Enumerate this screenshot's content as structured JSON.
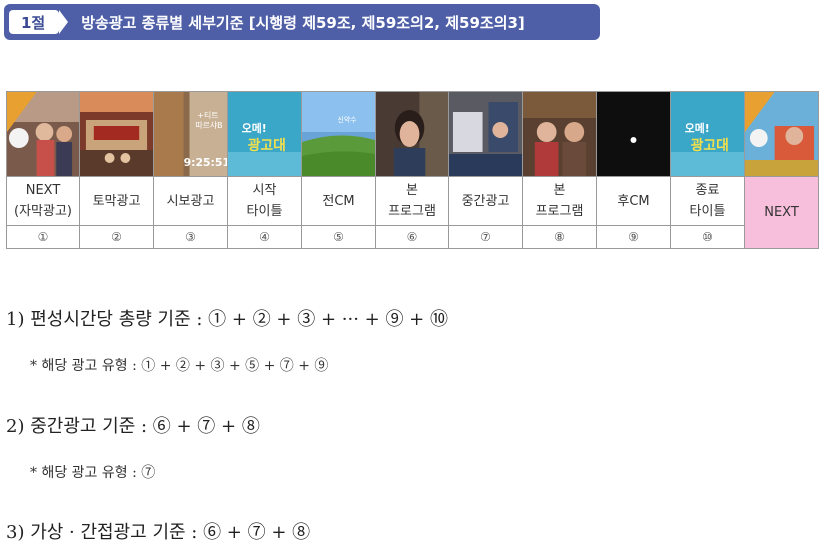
{
  "header": {
    "badge": "1절",
    "title": "방송광고 종류별 세부기준 [시행령 제59조, 제59조의2, 제59조의3]"
  },
  "table": {
    "columns": [
      {
        "label_lines": [
          "NEXT",
          "(자막광고)"
        ],
        "num": "①",
        "thumb_icon": "next-program-icon"
      },
      {
        "label_lines": [
          "토막광고"
        ],
        "num": "②",
        "thumb_icon": "spot-ad-icon"
      },
      {
        "label_lines": [
          "시보광고"
        ],
        "num": "③",
        "thumb_icon": "time-signal-ad-icon"
      },
      {
        "label_lines": [
          "시작",
          "타이틀"
        ],
        "num": "④",
        "thumb_icon": "start-title-icon"
      },
      {
        "label_lines": [
          "전CM"
        ],
        "num": "⑤",
        "thumb_icon": "pre-cm-icon"
      },
      {
        "label_lines": [
          "본",
          "프로그램"
        ],
        "num": "⑥",
        "thumb_icon": "main-program-icon"
      },
      {
        "label_lines": [
          "중간광고"
        ],
        "num": "⑦",
        "thumb_icon": "mid-ad-icon"
      },
      {
        "label_lines": [
          "본",
          "프로그램"
        ],
        "num": "⑧",
        "thumb_icon": "main-program-icon"
      },
      {
        "label_lines": [
          "후CM"
        ],
        "num": "⑨",
        "thumb_icon": "post-cm-icon"
      },
      {
        "label_lines": [
          "종료",
          "타이틀"
        ],
        "num": "⑩",
        "thumb_icon": "end-title-icon"
      },
      {
        "label_lines": [
          "NEXT"
        ],
        "num": "",
        "thumb_icon": "next-program-icon"
      }
    ],
    "thumb_text": {
      "t3_line1": "+티트",
      "t3_line2": "따르샤B",
      "t3_time": "9:25:51",
      "t4": "오메!",
      "t4b": "광고대",
      "t5": "신약수"
    }
  },
  "criteria": [
    {
      "main": "1) 편성시간당 총량 기준 : ① + ② + ③ + ··· + ⑨ + ⑩",
      "sub": "* 해당 광고 유형 : ① + ② + ③ + ⑤ + ⑦ + ⑨"
    },
    {
      "main": "2) 중간광고 기준 : ⑥ + ⑦ + ⑧",
      "sub": "* 해당 광고 유형 : ⑦"
    },
    {
      "main": "3) 가상 · 간접광고 기준 : ⑥ + ⑦ + ⑧",
      "sub": ""
    }
  ],
  "colors": {
    "header_bg": "#4e5fa8",
    "next_highlight": "#f7bfdc",
    "border": "#9a9a9a"
  }
}
